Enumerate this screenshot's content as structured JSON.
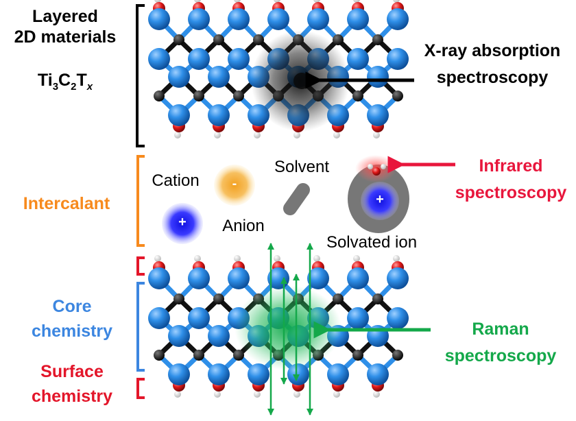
{
  "labels": {
    "layered_line1": "Layered",
    "layered_line2": "2D materials",
    "formula": {
      "a": "Ti",
      "a_sub": "3",
      "b": "C",
      "b_sub": "2",
      "c": "T",
      "c_sub": "x"
    },
    "xray_line1": "X-ray absorption",
    "xray_line2": "spectroscopy",
    "intercalant": "Intercalant",
    "cation": "Cation",
    "anion": "Anion",
    "solvent": "Solvent",
    "solvated_ion": "Solvated ion",
    "infrared_line1": "Infrared",
    "infrared_line2": "spectroscopy",
    "core_line1": "Core",
    "core_line2": "chemistry",
    "surface_line1": "Surface",
    "surface_line2": "chemistry",
    "raman_line1": "Raman",
    "raman_line2": "spectroscopy",
    "plus_sign": "+",
    "minus_sign": "-"
  },
  "colors": {
    "bracket_layered": "#000000",
    "intercalant": "#f78a1d",
    "core": "#3c86e0",
    "surface": "#e3162a",
    "infrared": "#e8163c",
    "raman": "#14a84a",
    "ti_atom": "#2f8fe8",
    "c_atom": "#1a1a1a",
    "o_atom": "#e01818",
    "h_atom": "#ffffff"
  },
  "icons": [
    "cation-sphere",
    "anion-sphere",
    "solvent-molecule",
    "solvated-ion",
    "arrow-icon"
  ]
}
